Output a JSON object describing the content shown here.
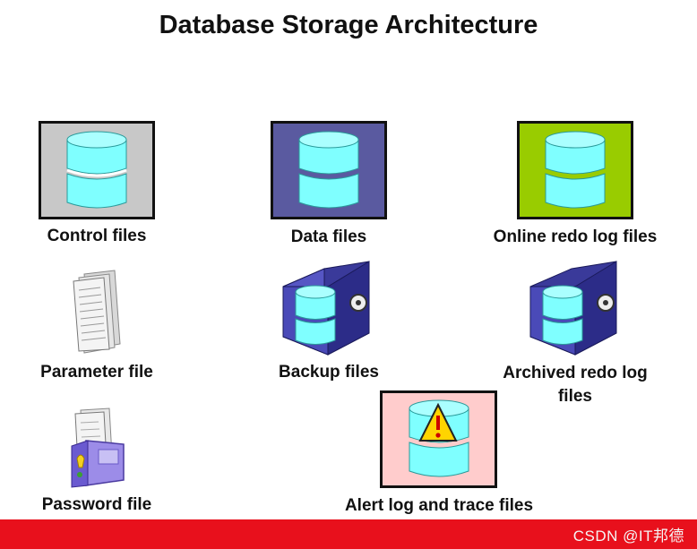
{
  "title": "Database Storage Architecture",
  "items": {
    "control": "Control files",
    "data": "Data files",
    "online_redo": "Online redo log files",
    "parameter": "Parameter file",
    "backup": "Backup files",
    "archived_redo_line1": "Archived redo log",
    "archived_redo_line2": "files",
    "password": "Password file",
    "alert": "Alert log and trace files"
  },
  "watermark": "CSDN @IT邦德",
  "colors": {
    "control_bg": "#c8c8c8",
    "data_bg": "#5a5aa0",
    "online_redo_bg": "#99cc00",
    "alert_bg": "#ffcccc",
    "cylinder": "#7fffff",
    "safe": "#4a4ab8",
    "bar": "#e8101c"
  },
  "icons": {
    "control": "database-cylinder-icon",
    "data": "database-cylinder-icon",
    "online_redo": "database-cylinder-icon",
    "parameter": "document-pages-icon",
    "backup": "vault-cylinder-icon",
    "archived": "vault-cylinder-icon",
    "password": "password-document-icon",
    "alert": "warning-cylinder-icon"
  }
}
